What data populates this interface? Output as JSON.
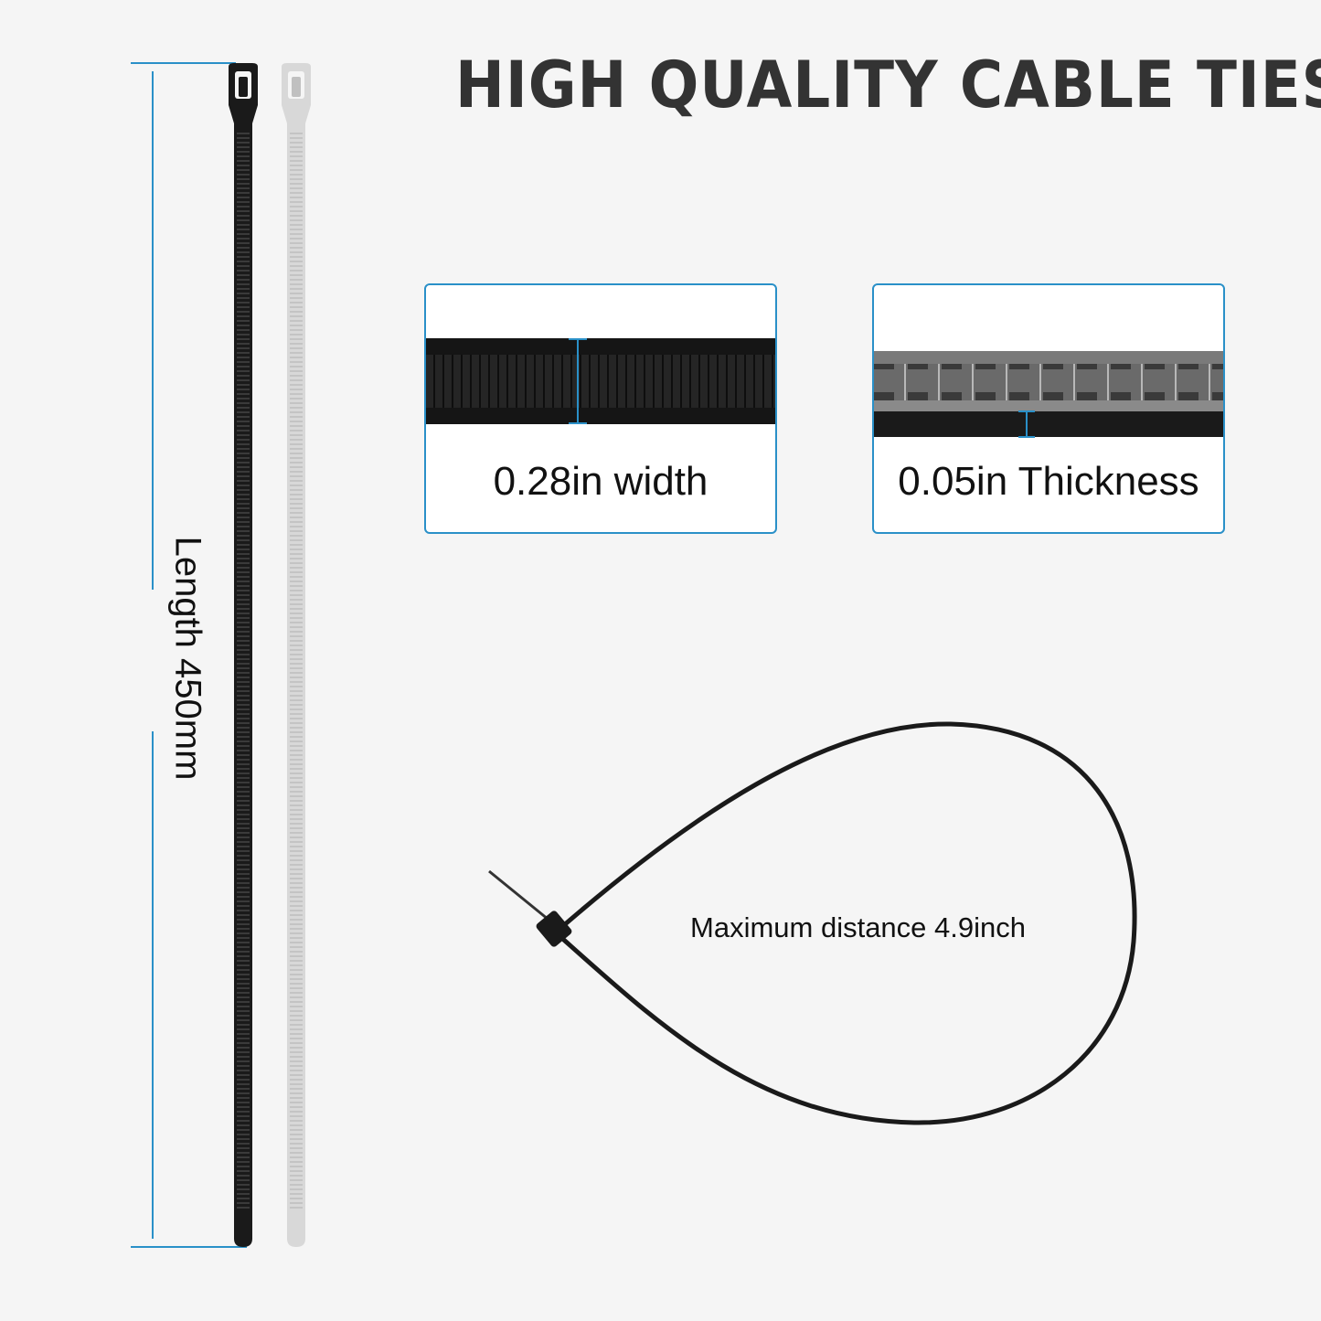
{
  "title": "HIGH QUALITY CABLE TIES",
  "length_label": "Length 450mm",
  "width_label": "0.28in width",
  "thickness_label": "0.05in Thickness",
  "distance_label": "Maximum distance 4.9inch",
  "colors": {
    "accent": "#2a90c8",
    "tie_black": "#1a1a1a",
    "tie_white": "#d8d8d8",
    "title": "#333333"
  }
}
